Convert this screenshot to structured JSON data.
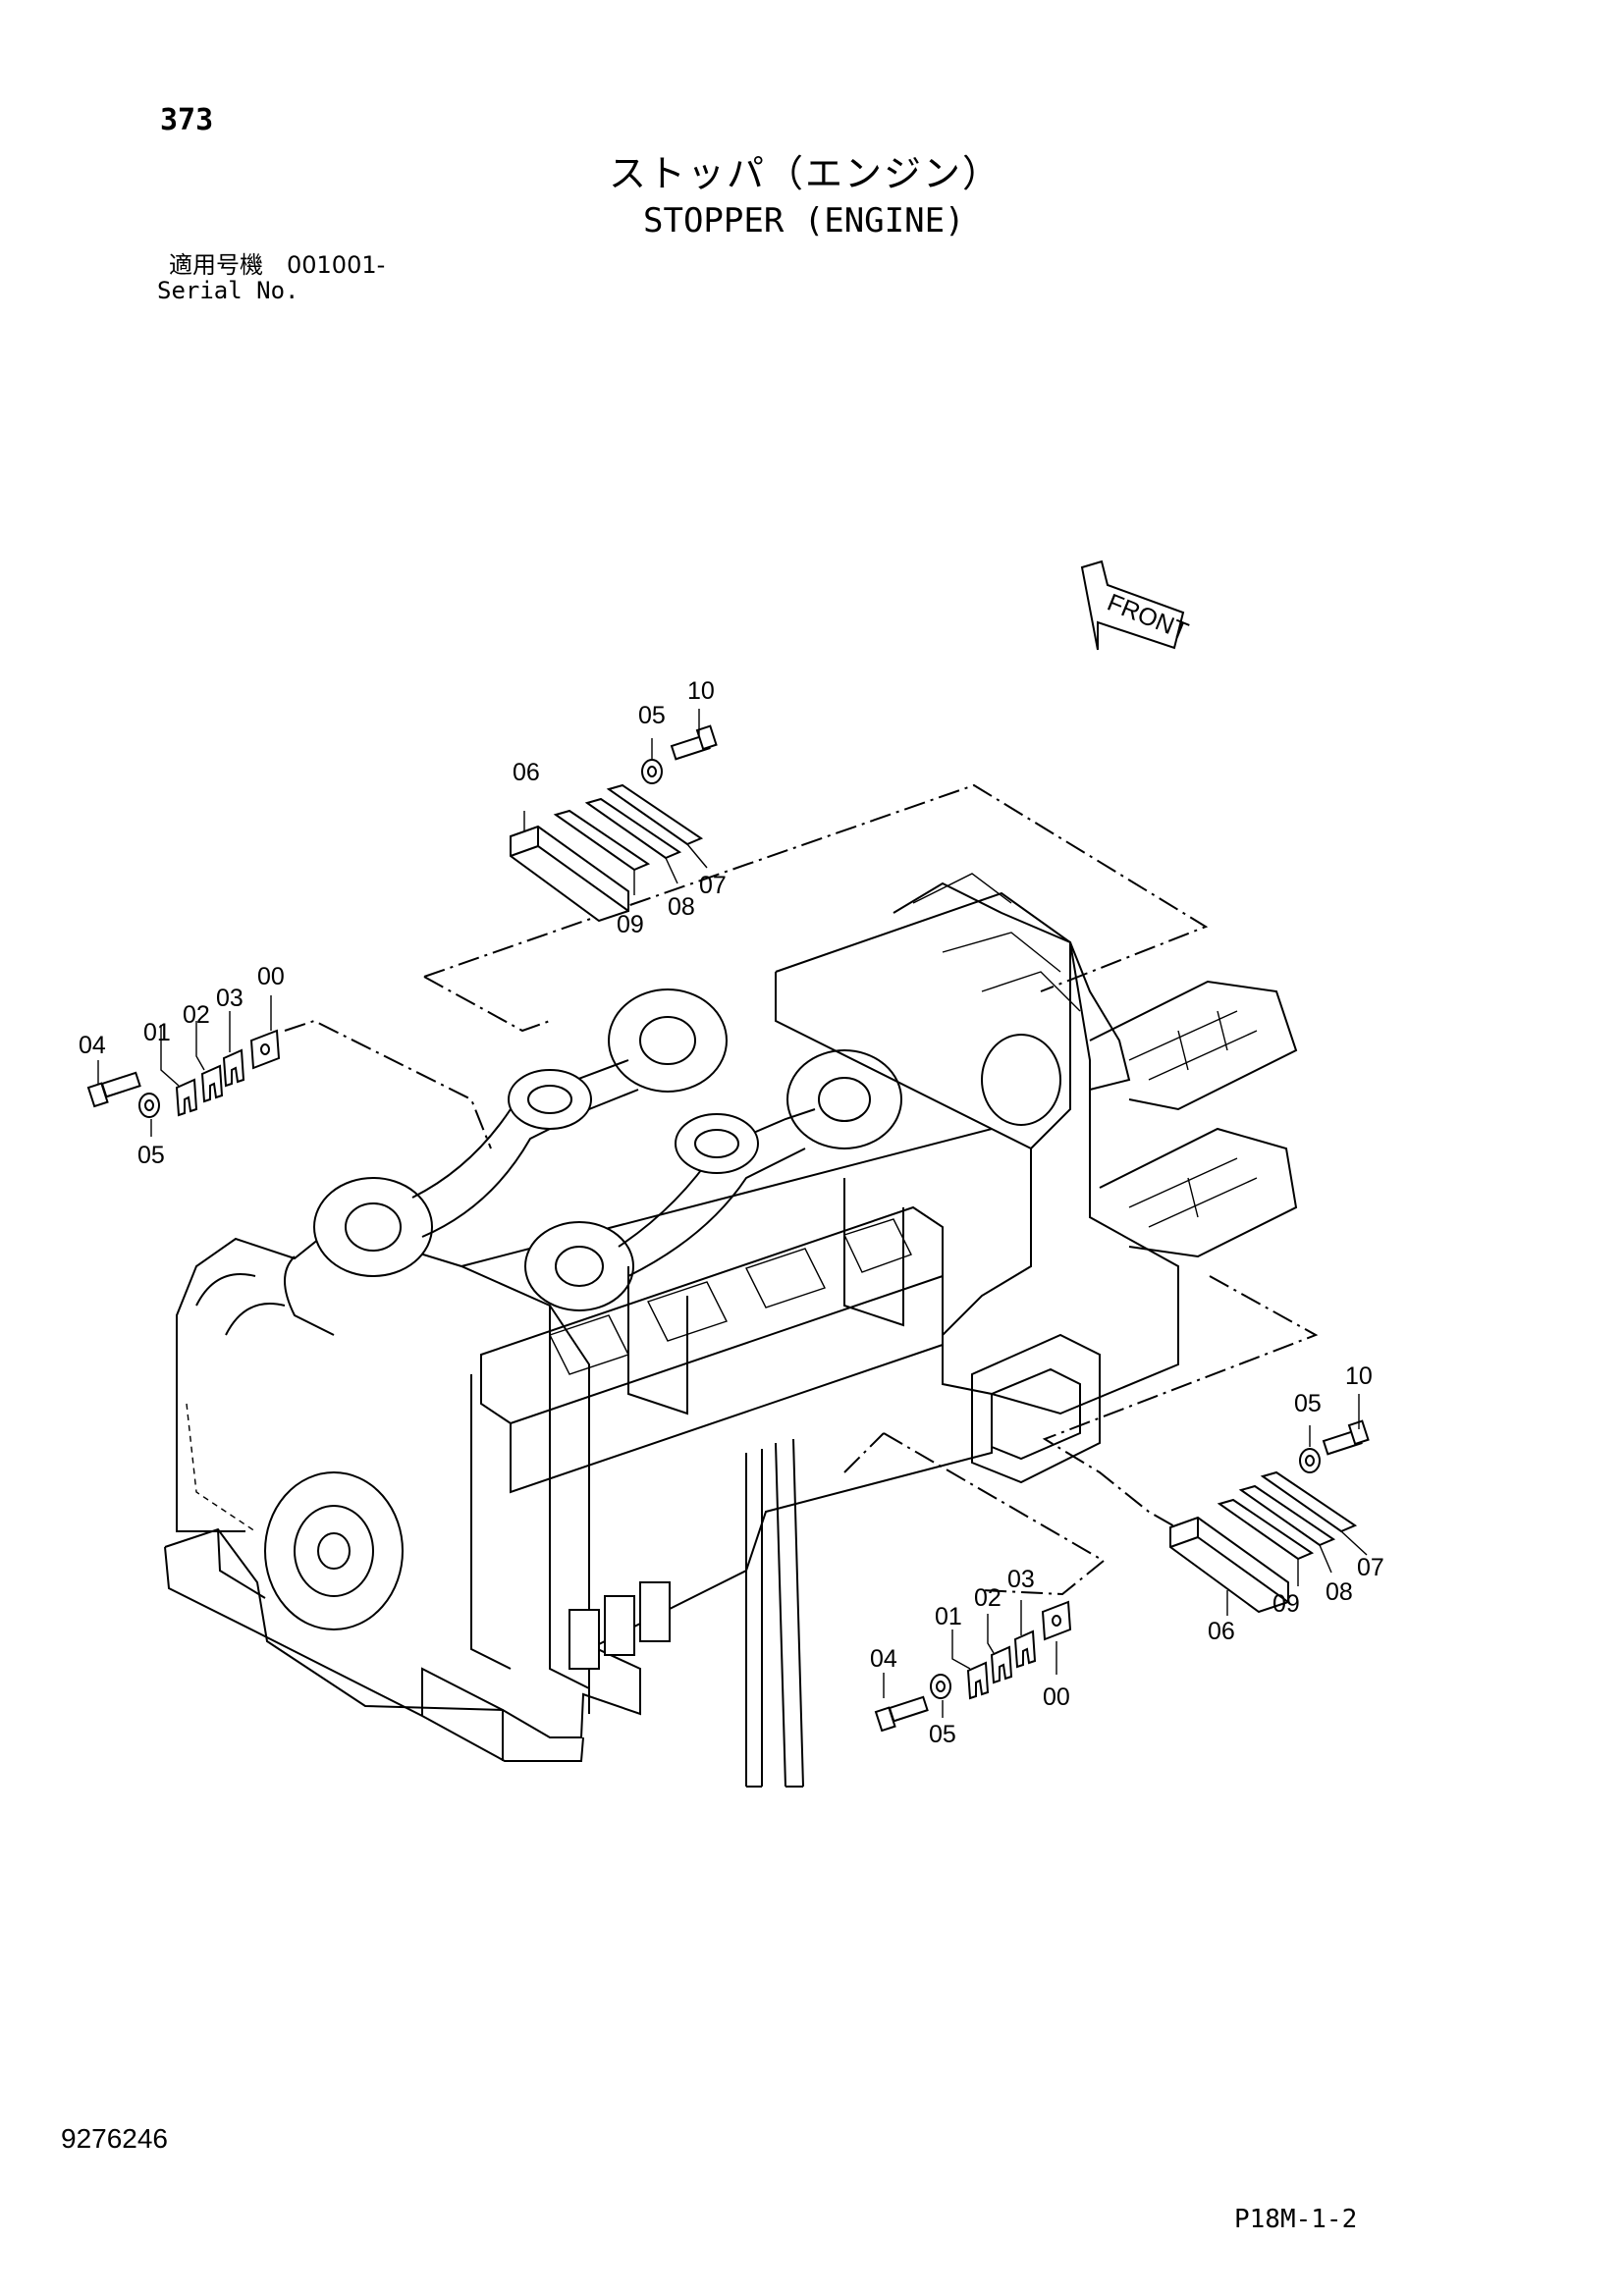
{
  "header": {
    "page_number": "373",
    "title_jp": "ストッパ（エンジン）",
    "title_en": "STOPPER (ENGINE)",
    "serial_jp": "適用号機　001001-",
    "serial_en": "Serial No."
  },
  "front_arrow": {
    "label": "FRONT"
  },
  "callouts": {
    "top": {
      "c05": "05",
      "c10": "10",
      "c06": "06",
      "c07": "07",
      "c08": "08",
      "c09": "09"
    },
    "left": {
      "c00": "00",
      "c01": "01",
      "c02": "02",
      "c03": "03",
      "c04": "04",
      "c05": "05"
    },
    "right": {
      "c05": "05",
      "c10": "10",
      "c06": "06",
      "c07": "07",
      "c08": "08",
      "c09": "09"
    },
    "bottom": {
      "c00": "00",
      "c01": "01",
      "c02": "02",
      "c03": "03",
      "c04": "04",
      "c05": "05"
    }
  },
  "footer": {
    "doc_number": "9276246",
    "ref_number": "P18M-1-2"
  }
}
